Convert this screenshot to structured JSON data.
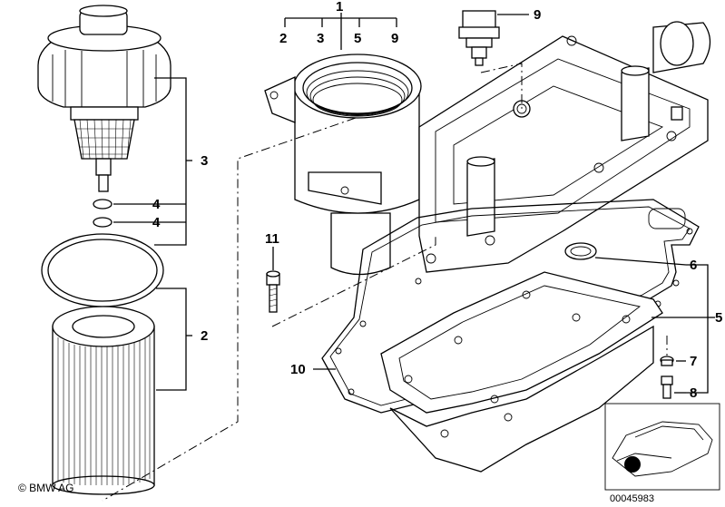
{
  "diagram": {
    "callouts": {
      "c1": "1",
      "c2a": "2",
      "c3a": "3",
      "c5a": "5",
      "c9a": "9",
      "c9b": "9",
      "c3b": "3",
      "c4a": "4",
      "c4b": "4",
      "c2b": "2",
      "c11": "11",
      "c6": "6",
      "c5b": "5",
      "c7": "7",
      "c8": "8",
      "c10": "10"
    },
    "copyright": "© BMW AG",
    "drawing_number": "00045983"
  }
}
